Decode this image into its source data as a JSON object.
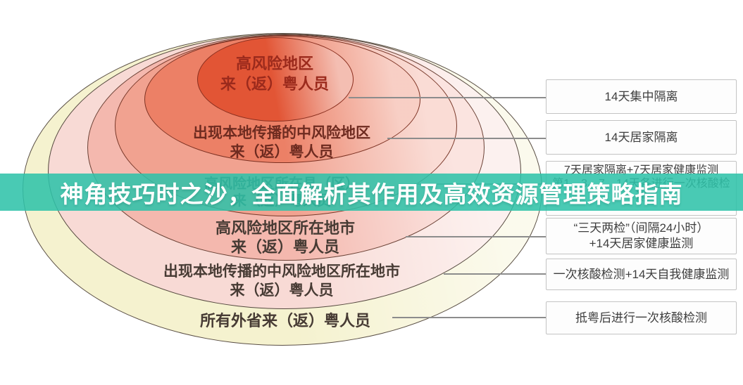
{
  "banner": {
    "title": "神角技巧时之沙，全面解析其作用及高效资源管理策略指南",
    "color": "#2ec2a9"
  },
  "diagram": {
    "rings": [
      {
        "level": 1,
        "fill": "#e25535",
        "lines": [
          "高风险地区",
          "来（返）粤人员"
        ]
      },
      {
        "level": 2,
        "fill": "#ec8066",
        "lines": [
          "出现本地传播的中风险地区",
          "来（返）粤人员"
        ]
      },
      {
        "level": 3,
        "fill": "#f1a290",
        "lines": [
          "高风险地区所在县（区）",
          "来（返）粤人员"
        ]
      },
      {
        "level": 4,
        "fill": "#f4b8ae",
        "lines": [
          "高风险地区所在地市",
          "来（返）粤人员"
        ]
      },
      {
        "level": 5,
        "fill": "#f8dad5",
        "lines": [
          "出现本地传播的中风险地区所在地市",
          "来（返）粤人员"
        ]
      },
      {
        "level": 6,
        "fill": "#f5f2cf",
        "lines": [
          "所有外省来（返）粤人员"
        ]
      }
    ],
    "measures": [
      {
        "lines": [
          "14天集中隔离"
        ]
      },
      {
        "lines": [
          "14天居家隔离"
        ]
      },
      {
        "lines": [
          "7天居家隔离+7天居家健康监测",
          "第1、3、7、14天各进行一次核酸检测"
        ]
      },
      {
        "lines": [
          "“三天两检”（间隔24小时）",
          "+14天居家健康监测"
        ]
      },
      {
        "lines": [
          "一次核酸检测+14天自我健康监测"
        ]
      },
      {
        "lines": [
          "抵粤后进行一次核酸检测"
        ]
      }
    ]
  }
}
